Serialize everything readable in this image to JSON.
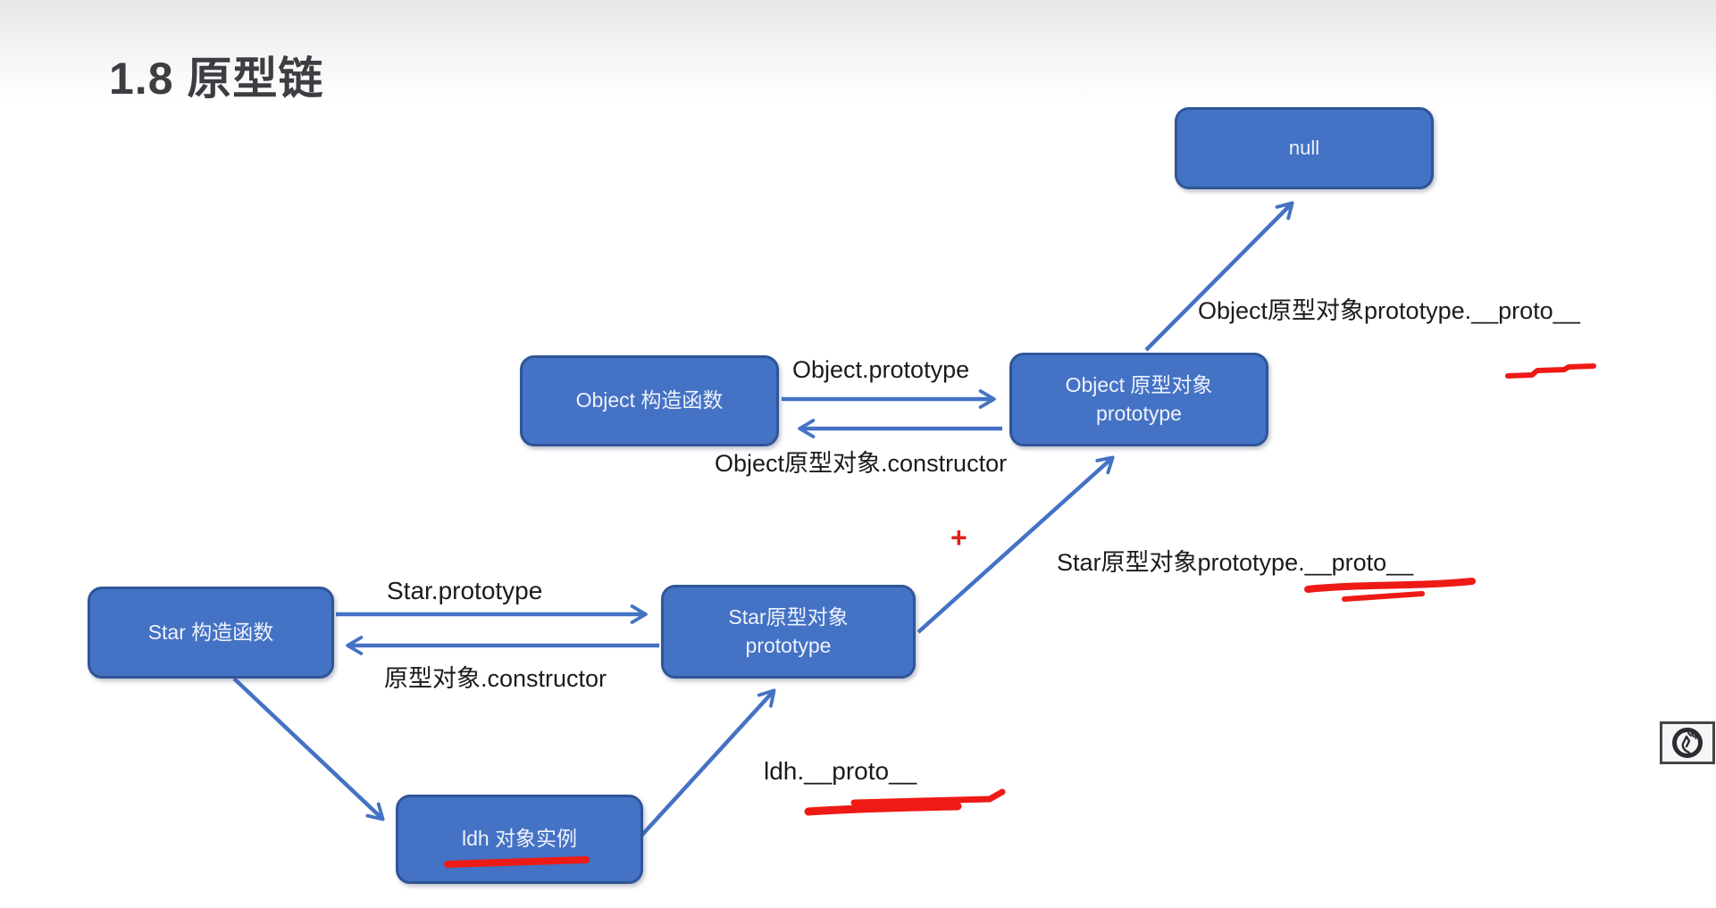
{
  "title": "1.8 原型链",
  "colors": {
    "box_fill": "#4472C4",
    "box_border": "#2F5597",
    "arrow": "#4472C4",
    "annotation_red": "#EE1A15",
    "label_text": "#1B1B1B",
    "box_text": "#EEF2FB",
    "title_text": "#3D3D42"
  },
  "nodes": {
    "null_box": {
      "label": "null"
    },
    "object_constructor": {
      "label": "Object 构造函数"
    },
    "object_prototype": {
      "line1": "Object 原型对象",
      "line2": "prototype"
    },
    "star_constructor": {
      "label": "Star 构造函数"
    },
    "star_prototype": {
      "line1": "Star原型对象",
      "line2": "prototype"
    },
    "ldh_instance": {
      "label": "ldh 对象实例"
    }
  },
  "edge_labels": {
    "object_prototype_forward": "Object.prototype",
    "object_constructor_back": "Object原型对象.constructor",
    "object_proto_chain": "Object原型对象prototype.__proto__",
    "star_prototype_forward": "Star.prototype",
    "star_constructor_back": "原型对象.constructor",
    "star_proto_chain": "Star原型对象prototype.__proto__",
    "ldh_proto": "ldh.__proto__",
    "plus_mark": "+"
  }
}
